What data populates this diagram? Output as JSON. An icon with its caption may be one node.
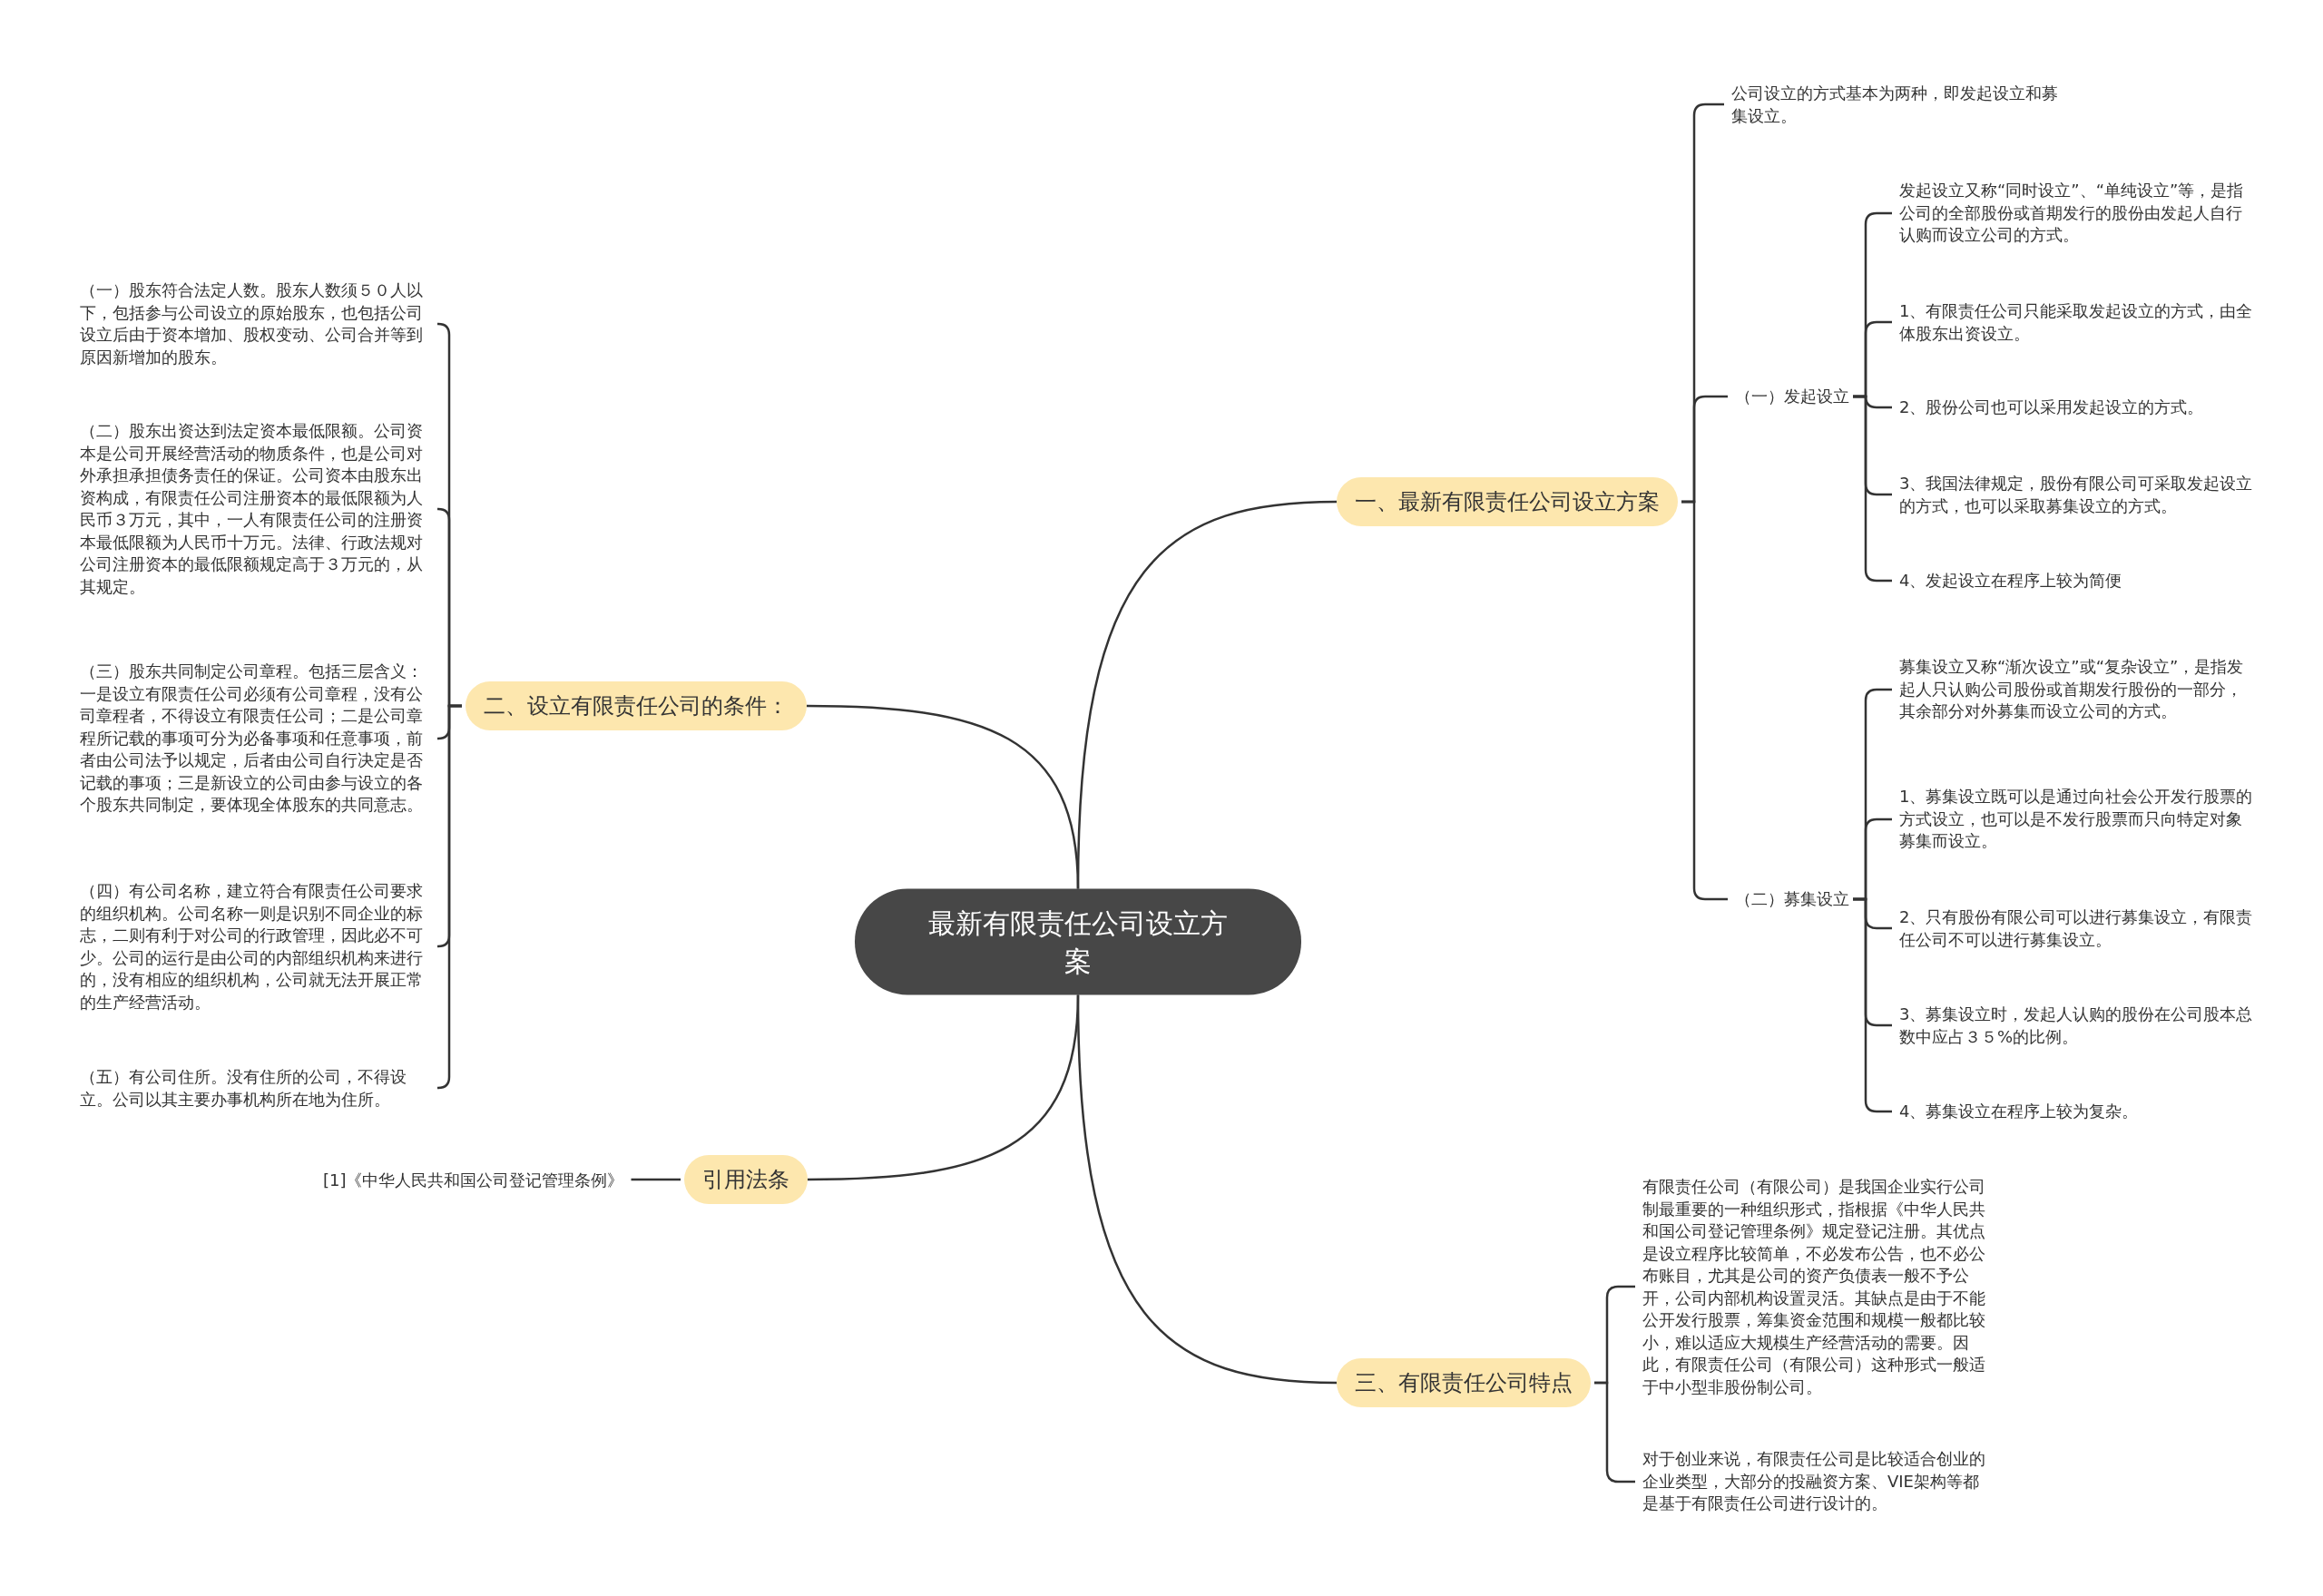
{
  "diagram": {
    "nodes": [
      {
        "text": [
          "最新有限责任公司设立方案"
        ]
      },
      {
        "text": [
          "一、最新有限责任公司设立方案"
        ]
      },
      {
        "text": [
          "公司设立的方式基本为两种，即发起设立和募集设立。"
        ]
      },
      {
        "text": [
          "（一）发起设立"
        ]
      },
      {
        "text": [
          "发起设立又称“同时设立”、“单纯设立”等，是指公司的全部股份或首期发行的股份由发起人自行认购而设立公司的方式。"
        ]
      },
      {
        "text": [
          "1、有限责任公司只能采取发起设立的方式，由全体股东出资设立。"
        ]
      },
      {
        "text": [
          "2、股份公司也可以采用发起设立的方式。"
        ]
      },
      {
        "text": [
          "3、我国法律规定，股份有限公司可采取发起设立的方式，也可以采取募集设立的方式。"
        ]
      },
      {
        "text": [
          "4、发起设立在程序上较为简便"
        ]
      },
      {
        "text": [
          "（二）募集设立"
        ]
      },
      {
        "text": [
          "募集设立又称“渐次设立”或“复杂设立”，是指发起人只认购公司股份或首期发行股份的一部分，其余部分对外募集而设立公司的方式。"
        ]
      },
      {
        "text": [
          "1、募集设立既可以是通过向社会公开发行股票的方式设立，也可以是不发行股票而只向特定对象募集而设立。"
        ]
      },
      {
        "text": [
          "2、只有股份有限公司可以进行募集设立，有限责任公司不可以进行募集设立。"
        ]
      },
      {
        "text": [
          "3、募集设立时，发起人认购的股份在公司股本总数中应占３５%的比例。"
        ]
      },
      {
        "text": [
          "4、募集设立在程序上较为复杂。"
        ]
      },
      {
        "text": [
          "二、设立有限责任公司的条件："
        ]
      },
      {
        "text": [
          "（一）股东符合法定人数。股东人数须５０人以下，包括参与公司设立的原始股东，也包括公司设立后由于资本增加、股权变动、公司合并等到原因新增加的股东。"
        ]
      },
      {
        "text": [
          "（二）股东出资达到法定资本最低限额。公司资本是公司开展经营活动的物质条件，也是公司对外承担承担债务责任的保证。公司资本由股东出资构成，有限责任公司注册资本的最低限额为人民币３万元，其中，一人有限责任公司的注册资本最低限额为人民币十万元。法律、行政法规对公司注册资本的最低限额规定高于３万元的，从其规定。"
        ]
      },
      {
        "text": [
          "（三）股东共同制定公司章程。包括三层含义：一是设立有限责任公司必须有公司章程，没有公司章程者，不得设立有限责任公司；二是公司章程所记载的事项可分为必备事项和任意事项，前者由公司法予以规定，后者由公司自行决定是否记载的事项；三是新设立的公司由参与设立的各个股东共同制定，要体现全体股东的共同意志。"
        ]
      },
      {
        "text": [
          "（四）有公司名称，建立符合有限责任公司要求的组织机构。公司名称一则是识别不同企业的标志，二则有利于对公司的行政管理，因此必不可少。公司的运行是由公司的内部组织机构来进行的，没有相应的组织机构，公司就无法开展正常的生产经营活动。"
        ]
      },
      {
        "text": [
          "（五）有公司住所。没有住所的公司，不得设立。公司以其主要办事机构所在地为住所。"
        ]
      },
      {
        "text": [
          "引用法条"
        ]
      },
      {
        "text": [
          "[1]《中华人民共和国公司登记管理条例》"
        ]
      },
      {
        "text": [
          "三、有限责任公司特点"
        ]
      },
      {
        "text": [
          "有限责任公司（有限公司）是我国企业实行公司制最重要的一种组织形式，指根据《中华人民共和国公司登记管理条例》规定登记注册。其优点是设立程序比较简单，不必发布公告，也不必公布账目，尤其是公司的资产负债表一般不予公开，公司内部机构设置灵活。其缺点是由于不能公开发行股票，筹集资金范围和规模一般都比较小，难以适应大规模生产经营活动的需要。因此，有限责任公司（有限公司）这种形式一般适于中小型非股份制公司。"
        ]
      },
      {
        "text": [
          "对于创业来说，有限责任公司是比较适合创业的企业类型，大部分的投融资方案、VIE架构等都是基于有限责任公司进行设计的。"
        ]
      }
    ],
    "edges": [
      {
        "from": 0,
        "to": 1,
        "arrow": "none"
      },
      {
        "from": 1,
        "to": 2,
        "arrow": "none"
      },
      {
        "from": 1,
        "to": 3,
        "arrow": "none"
      },
      {
        "from": 3,
        "to": 4,
        "arrow": "none"
      },
      {
        "from": 3,
        "to": 5,
        "arrow": "none"
      },
      {
        "from": 3,
        "to": 6,
        "arrow": "none"
      },
      {
        "from": 3,
        "to": 7,
        "arrow": "none"
      },
      {
        "from": 3,
        "to": 8,
        "arrow": "none"
      },
      {
        "from": 1,
        "to": 9,
        "arrow": "none"
      },
      {
        "from": 9,
        "to": 10,
        "arrow": "none"
      },
      {
        "from": 9,
        "to": 11,
        "arrow": "none"
      },
      {
        "from": 9,
        "to": 12,
        "arrow": "none"
      },
      {
        "from": 9,
        "to": 13,
        "arrow": "none"
      },
      {
        "from": 9,
        "to": 14,
        "arrow": "none"
      },
      {
        "from": 0,
        "to": 15,
        "arrow": "none"
      },
      {
        "from": 15,
        "to": 16,
        "arrow": "none"
      },
      {
        "from": 15,
        "to": 17,
        "arrow": "none"
      },
      {
        "from": 15,
        "to": 18,
        "arrow": "none"
      },
      {
        "from": 15,
        "to": 19,
        "arrow": "none"
      },
      {
        "from": 15,
        "to": 20,
        "arrow": "none"
      },
      {
        "from": 0,
        "to": 21,
        "arrow": "none"
      },
      {
        "from": 21,
        "to": 22,
        "arrow": "none"
      },
      {
        "from": 0,
        "to": 23,
        "arrow": "none"
      },
      {
        "from": 23,
        "to": 24,
        "arrow": "none"
      },
      {
        "from": 23,
        "to": 25,
        "arrow": "none"
      }
    ]
  }
}
